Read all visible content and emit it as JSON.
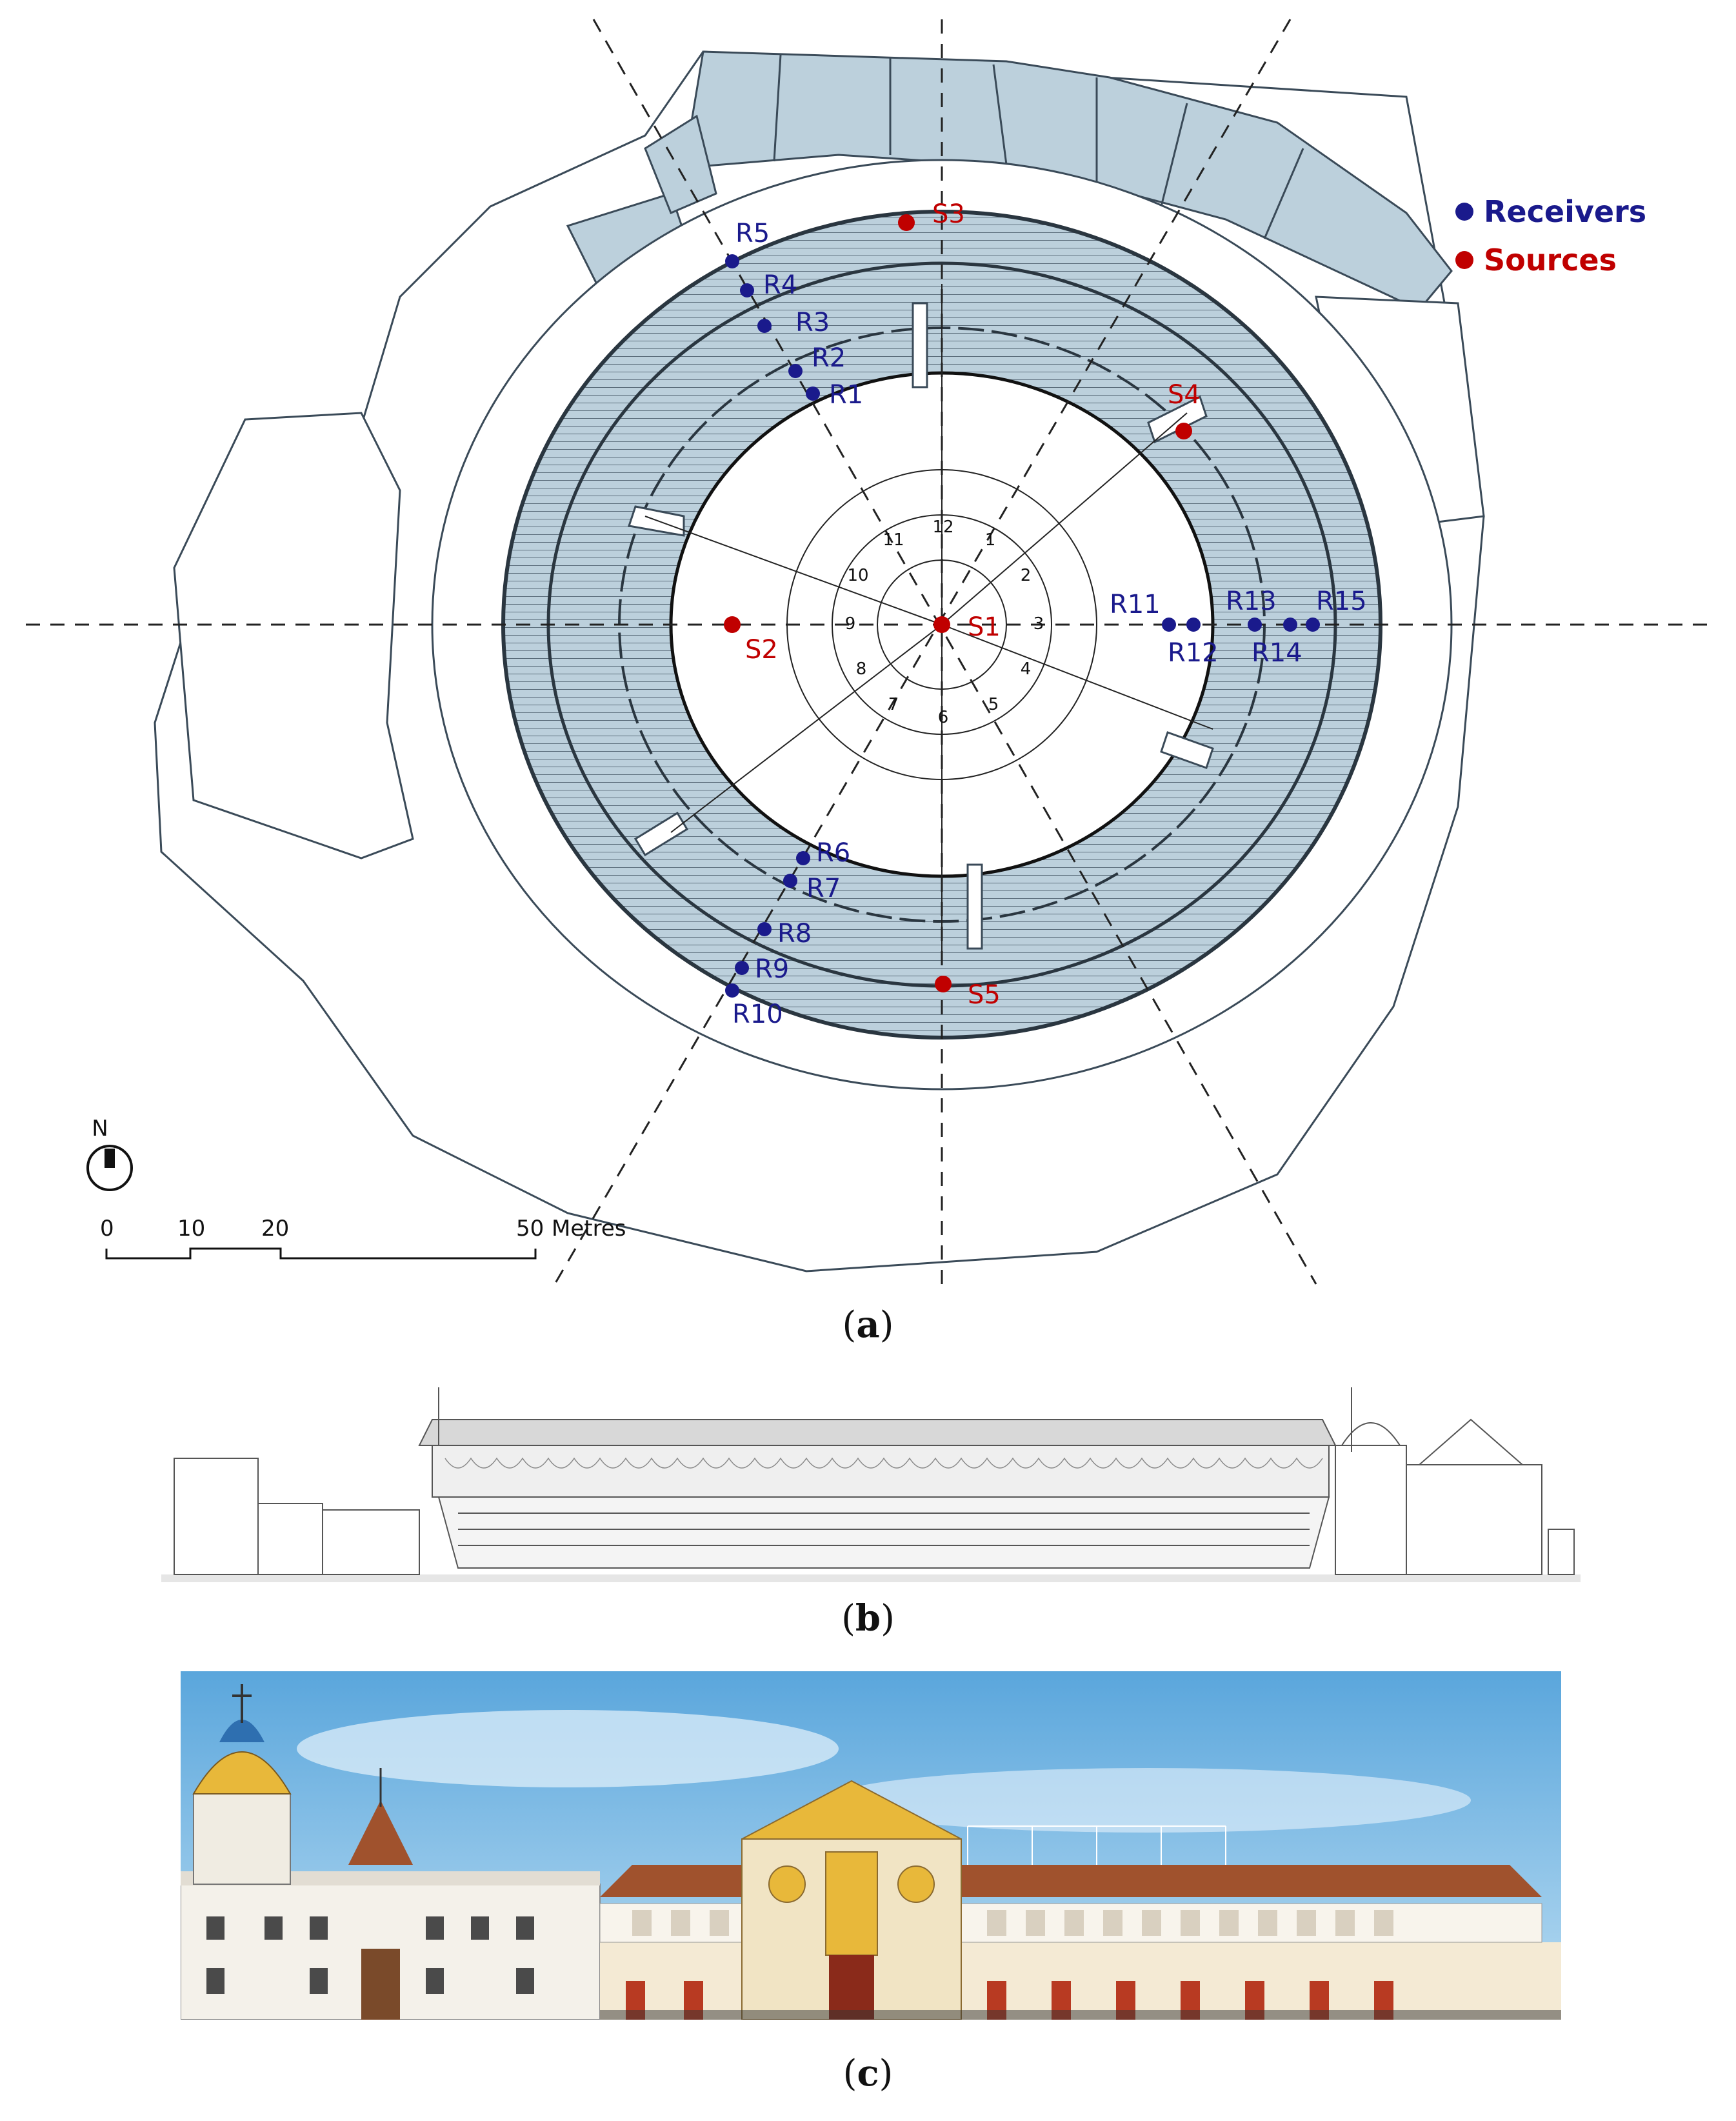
{
  "legend": {
    "receivers_label": "Receivers",
    "sources_label": "Sources",
    "receiver_color": "#1a1a8c",
    "source_color": "#c00000"
  },
  "compass": {
    "north_label": "N"
  },
  "scale_bar": {
    "ticks": [
      "0",
      "10",
      "20",
      "50"
    ],
    "unit": "Metres"
  },
  "sectors": [
    "1",
    "2",
    "3",
    "4",
    "5",
    "6",
    "7",
    "8",
    "9",
    "10",
    "11",
    "12"
  ],
  "receivers": [
    "R1",
    "R2",
    "R3",
    "R4",
    "R5",
    "R6",
    "R7",
    "R8",
    "R9",
    "R10",
    "R11",
    "R12",
    "R13",
    "R14",
    "R15"
  ],
  "sources": [
    "S1",
    "S2",
    "S3",
    "S4",
    "S5"
  ],
  "captions": {
    "a": "a",
    "b": "b",
    "c": "c"
  },
  "colors": {
    "seating_fill": "#bcd0dc",
    "plan_line": "#3a4a58",
    "sky": "#7fb8e0",
    "ochre": "#e8b83a",
    "roof": "#a0522d"
  }
}
